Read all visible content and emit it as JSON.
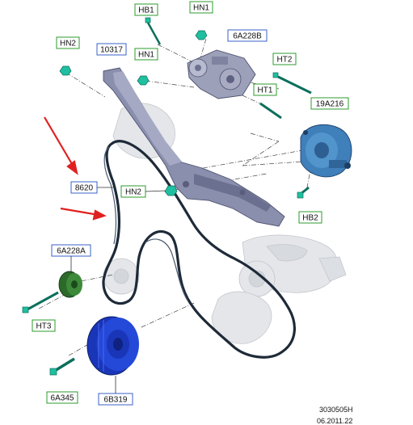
{
  "callouts": [
    {
      "id": "hb1-top",
      "label": "HB1",
      "frame": "green"
    },
    {
      "id": "hn1-top",
      "label": "HN1",
      "frame": "green"
    },
    {
      "id": "hn2-left",
      "label": "HN2",
      "frame": "green"
    },
    {
      "id": "p10317",
      "label": "10317",
      "frame": "blue"
    },
    {
      "id": "hn1-mid",
      "label": "HN1",
      "frame": "green"
    },
    {
      "id": "p6a228b",
      "label": "6A228B",
      "frame": "blue"
    },
    {
      "id": "ht2",
      "label": "HT2",
      "frame": "green"
    },
    {
      "id": "ht1",
      "label": "HT1",
      "frame": "green"
    },
    {
      "id": "p19a216",
      "label": "19A216",
      "frame": "green"
    },
    {
      "id": "p8620",
      "label": "8620",
      "frame": "blue"
    },
    {
      "id": "hn2-mid",
      "label": "HN2",
      "frame": "green"
    },
    {
      "id": "hb2",
      "label": "HB2",
      "frame": "green"
    },
    {
      "id": "p6a228a",
      "label": "6A228A",
      "frame": "blue"
    },
    {
      "id": "ht3",
      "label": "HT3",
      "frame": "green"
    },
    {
      "id": "p6a345",
      "label": "6A345",
      "frame": "green"
    },
    {
      "id": "p6b319",
      "label": "6B319",
      "frame": "blue"
    }
  ],
  "footer": {
    "ref": "3030505H",
    "date": "06.2011.22"
  },
  "colors": {
    "green_frame": "#2e9b2e",
    "blue_frame": "#3a62c8",
    "belt": "#1e2a38",
    "bracket": "#7a7f9c",
    "pulley_blue": "#1f3fd1",
    "tensioner_green": "#2c6a2a",
    "pump_blue": "#3b78b3",
    "arrow_red": "#e02020",
    "fastener_teal": "#1fbfa0"
  }
}
